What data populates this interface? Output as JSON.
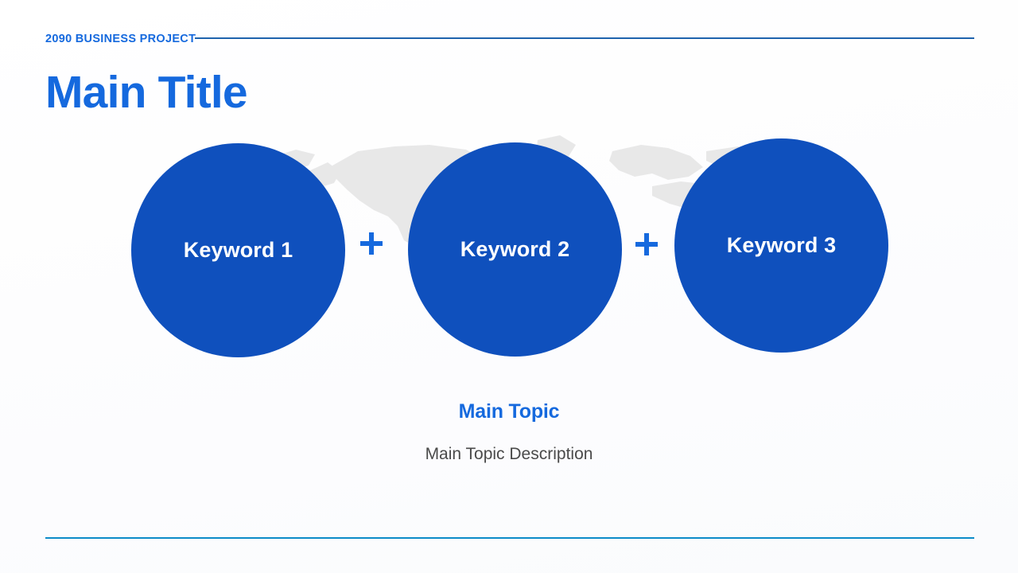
{
  "slide": {
    "background_color": "#ffffff",
    "kicker": "2090 BUSINESS PROJECT",
    "title": "Main Title"
  },
  "colors": {
    "accent_blue": "#1569de",
    "circle_blue": "#0f50bd",
    "header_rule": "#1f63ad",
    "footer_rule": "#0c8bc8",
    "map_gray": "#e6e6e6",
    "body_text": "#4a4a4a",
    "circle_text": "#ffffff"
  },
  "diagram": {
    "type": "three-circle-addition",
    "items": [
      {
        "label": "Keyword 1"
      },
      {
        "label": "Keyword 2"
      },
      {
        "label": "Keyword 3"
      }
    ],
    "operators": [
      {
        "glyph": "plus"
      },
      {
        "glyph": "plus"
      }
    ],
    "background_graphic": "world-map"
  },
  "caption": {
    "title": "Main Topic",
    "description": "Main Topic Description"
  }
}
